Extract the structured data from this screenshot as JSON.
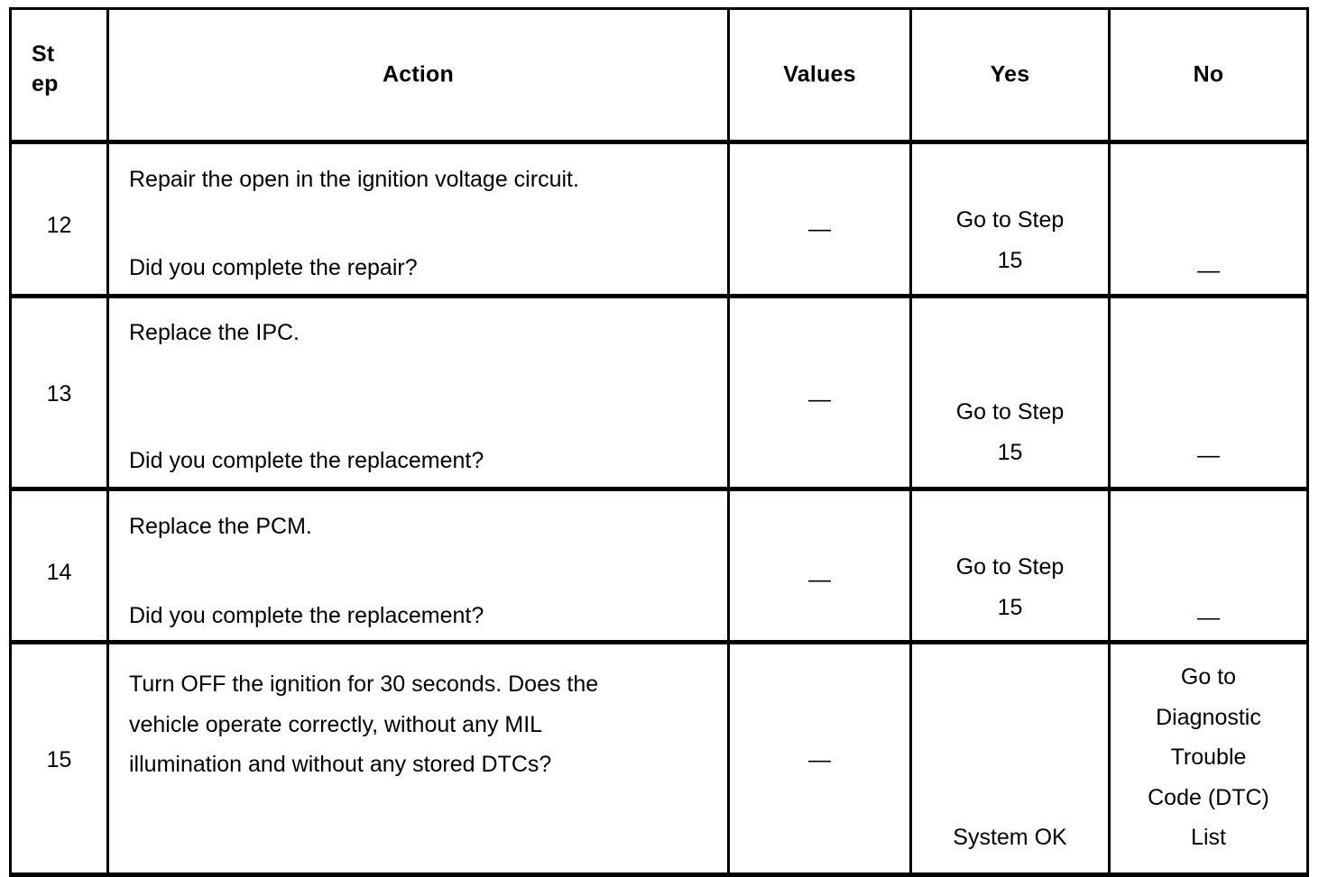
{
  "table": {
    "columns": [
      {
        "key": "step",
        "label": "Step"
      },
      {
        "key": "action",
        "label": "Action"
      },
      {
        "key": "values",
        "label": "Values"
      },
      {
        "key": "yes",
        "label": "Yes"
      },
      {
        "key": "no",
        "label": "No"
      }
    ],
    "header": {
      "step_line1": "St",
      "step_line2": "ep",
      "action": "Action",
      "values": "Values",
      "yes": "Yes",
      "no": "No"
    },
    "rows": [
      {
        "step": "12",
        "action_line1": "Repair the open in the ignition voltage circuit.",
        "action_line2": "Did you complete the repair?",
        "values": "—",
        "yes_line1": "Go to Step",
        "yes_line2": "15",
        "no": "—"
      },
      {
        "step": "13",
        "action_line1": "Replace the IPC.",
        "action_line2": "Did you complete the replacement?",
        "values": "—",
        "yes_line1": "Go to Step",
        "yes_line2": "15",
        "no": "—"
      },
      {
        "step": "14",
        "action_line1": "Replace the PCM.",
        "action_line2": "Did you complete the replacement?",
        "values": "—",
        "yes_line1": "Go to Step",
        "yes_line2": "15",
        "no": "—"
      },
      {
        "step": "15",
        "action_line1": "Turn OFF the ignition for 30 seconds. Does the",
        "action_line2": "vehicle operate correctly, without any MIL",
        "action_line3": "illumination and without any stored DTCs?",
        "values": "—",
        "yes_line1": "System OK",
        "no_line1": "Go to",
        "no_line2": "Diagnostic",
        "no_line3": "Trouble",
        "no_line4": "Code (DTC)",
        "no_line5": "List"
      }
    ]
  },
  "colors": {
    "page_background": "#ffffff",
    "rule": "#000000",
    "text": "#000000"
  }
}
